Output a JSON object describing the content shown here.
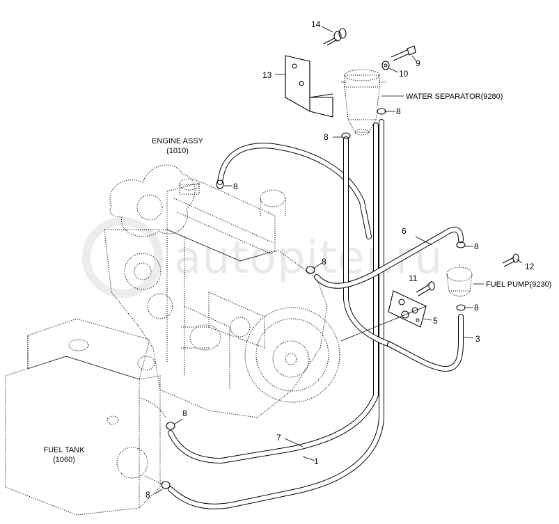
{
  "watermark": "autopiter.ru",
  "assemblies": {
    "engine": {
      "name": "ENGINE ASSY",
      "code": "(1010)"
    },
    "fuel_tank": {
      "name": "FUEL TANK",
      "code": "(1060)"
    },
    "water_separator": "WATER SEPARATOR(9280)",
    "fuel_pump": "FUEL PUMP(9230)"
  },
  "callouts": {
    "c1": "1",
    "c3": "3",
    "c5": "5",
    "c6": "6",
    "c7": "7",
    "c8a": "8",
    "c8b": "8",
    "c8c": "8",
    "c8d": "8",
    "c8e": "8",
    "c8f": "8",
    "c8g": "8",
    "c8h": "8",
    "c9": "9",
    "c10": "10",
    "c11": "11",
    "c12": "12",
    "c13": "13",
    "c14": "14"
  }
}
